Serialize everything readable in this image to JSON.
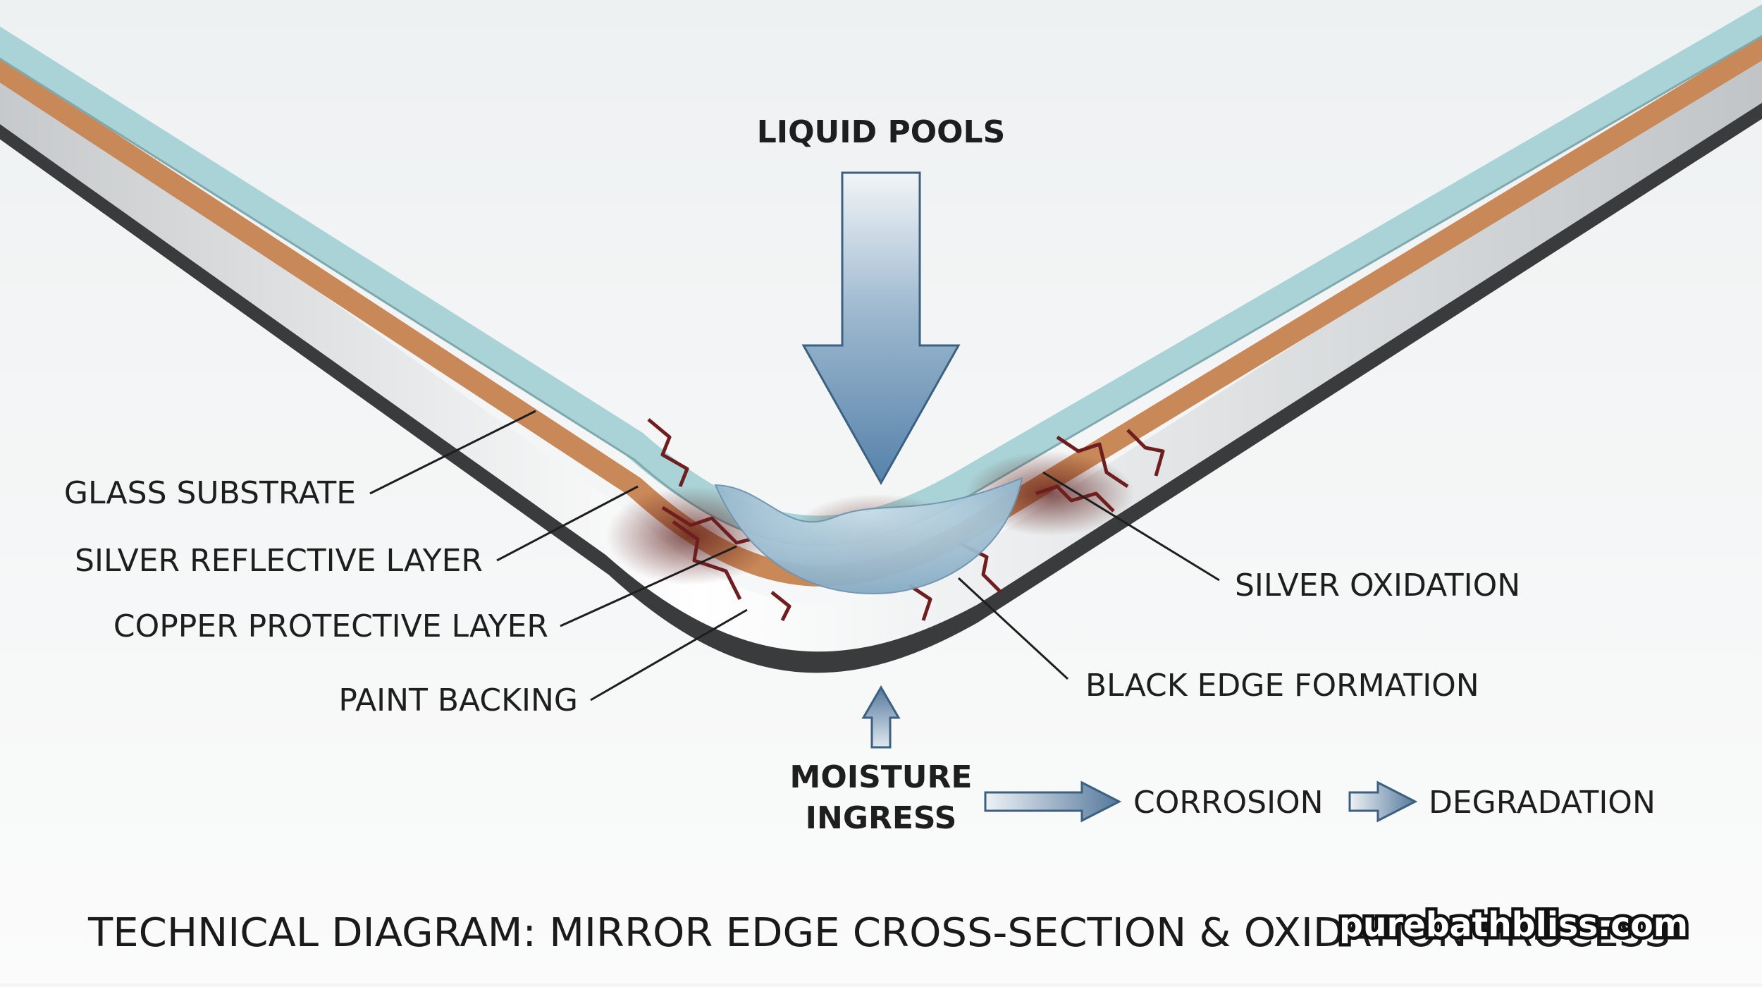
{
  "top_label": "LIQUID POOLS",
  "layers": {
    "glass": "GLASS SUBSTRATE",
    "silver": "SILVER REFLECTIVE LAYER",
    "copper": "COPPER PROTECTIVE LAYER",
    "paint": "PAINT BACKING"
  },
  "effects": {
    "oxidation": "SILVER OXIDATION",
    "black_edge": "BLACK EDGE FORMATION"
  },
  "process": {
    "moisture_line1": "MOISTURE",
    "moisture_line2": "INGRESS",
    "corrosion": "CORROSION",
    "degradation": "DEGRADATION"
  },
  "caption": "TECHNICAL DIAGRAM: MIRROR EDGE CROSS-SECTION & OXIDATION PROCESS",
  "watermark": "purebathbliss.com",
  "colors": {
    "glass": "#a9d3d6",
    "copper": "#c98858",
    "silver": "#d9dcdd",
    "paint": "#3a3b3c",
    "arrow": "#5f8aae",
    "corrosion": "#6e1e1e"
  }
}
